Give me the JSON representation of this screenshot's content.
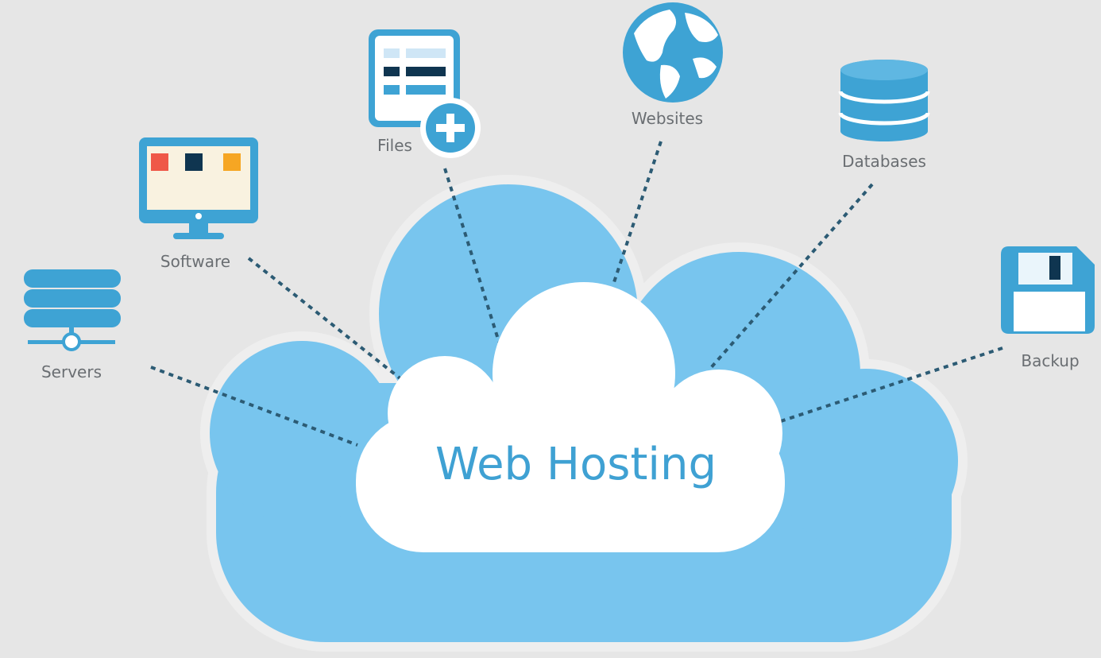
{
  "center": {
    "title": "Web Hosting"
  },
  "nodes": [
    {
      "id": "servers",
      "label": "Servers",
      "icon": "server-rack-icon"
    },
    {
      "id": "software",
      "label": "Software",
      "icon": "monitor-icon"
    },
    {
      "id": "files",
      "label": "Files",
      "icon": "document-add-icon"
    },
    {
      "id": "websites",
      "label": "Websites",
      "icon": "globe-icon"
    },
    {
      "id": "databases",
      "label": "Databases",
      "icon": "database-icon"
    },
    {
      "id": "backup",
      "label": "Backup",
      "icon": "floppy-disk-icon"
    }
  ],
  "colors": {
    "background": "#e6e6e6",
    "cloud_outer": "#78c5ee",
    "cloud_border": "#eeeeee",
    "cloud_inner": "#ffffff",
    "title_text": "#3fa1d3",
    "icon_blue": "#3ea3d4",
    "icon_light": "#cfe6f6",
    "icon_dark": "#0f3550",
    "connector": "#2c5b74",
    "label_text": "#6a6e72",
    "swatch_red": "#ef5848",
    "swatch_navy": "#0f3550",
    "swatch_orange": "#f6a623"
  }
}
